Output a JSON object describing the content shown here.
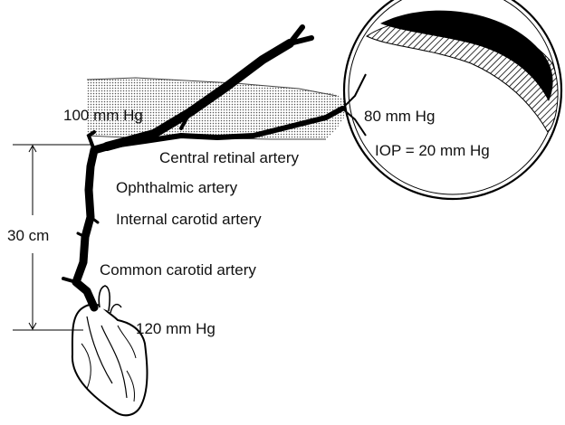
{
  "labels": {
    "pressure_eye_entry": "100 mm Hg",
    "pressure_retina": "80 mm Hg",
    "iop": "IOP = 20 mm Hg",
    "central_retinal_artery": "Central retinal artery",
    "ophthalmic_artery": "Ophthalmic artery",
    "internal_carotid_artery": "Internal carotid artery",
    "height": "30 cm",
    "common_carotid_artery": "Common carotid artery",
    "pressure_heart": "120 mm Hg"
  }
}
